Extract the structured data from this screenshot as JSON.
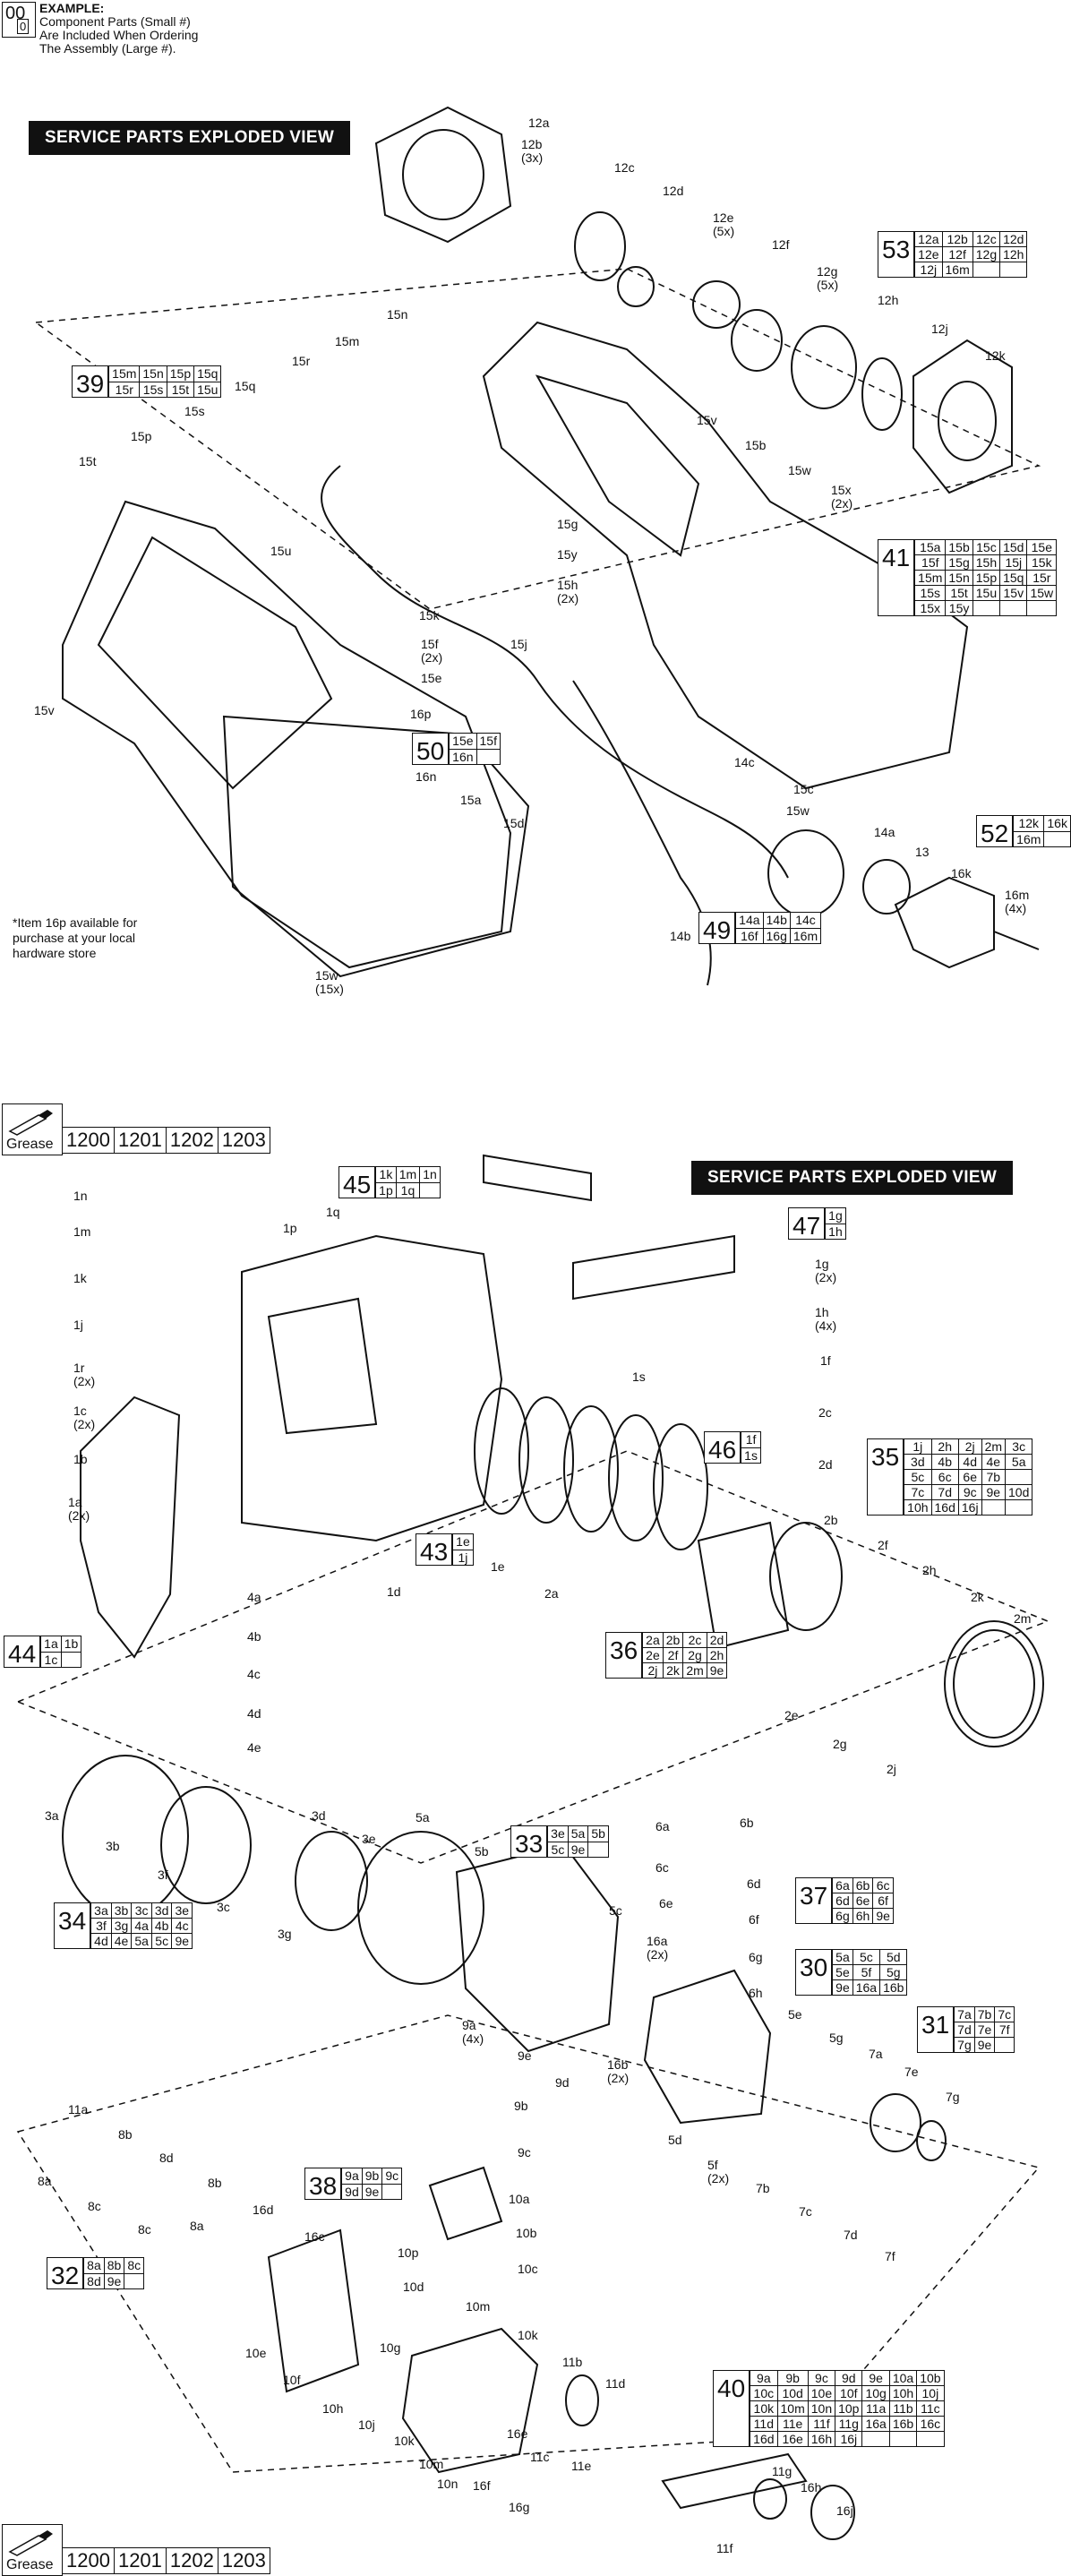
{
  "example": {
    "big_num": "00",
    "small_num": "0",
    "title": "EXAMPLE:",
    "line1": "Component Parts (Small #)",
    "line2": "Are Included When Ordering",
    "line3": "The Assembly (Large #)."
  },
  "top": {
    "banner": "SERVICE PARTS EXPLODED VIEW",
    "note": "*Item 16p available for\npurchase at your local\nhardware store"
  },
  "bottom": {
    "banner": "SERVICE PARTS EXPLODED VIEW",
    "grease_word": "Grease",
    "grease_codes": [
      "1200",
      "1201",
      "1202",
      "1203"
    ]
  },
  "kits": {
    "k53": {
      "num": "53",
      "rows": [
        [
          "12a",
          "12b",
          "12c",
          "12d"
        ],
        [
          "12e",
          "12f",
          "12g",
          "12h"
        ],
        [
          "12j",
          "16m",
          "",
          ""
        ]
      ]
    },
    "k39": {
      "num": "39",
      "rows": [
        [
          "15m",
          "15n",
          "15p",
          "15q"
        ],
        [
          "15r",
          "15s",
          "15t",
          "15u"
        ]
      ]
    },
    "k41": {
      "num": "41",
      "rows": [
        [
          "15a",
          "15b",
          "15c",
          "15d",
          "15e"
        ],
        [
          "15f",
          "15g",
          "15h",
          "15j",
          "15k"
        ],
        [
          "15m",
          "15n",
          "15p",
          "15q",
          "15r"
        ],
        [
          "15s",
          "15t",
          "15u",
          "15v",
          "15w"
        ],
        [
          "15x",
          "15y",
          "",
          "",
          ""
        ]
      ]
    },
    "k50": {
      "num": "50",
      "rows": [
        [
          "15e",
          "15f"
        ],
        [
          "16n",
          ""
        ]
      ]
    },
    "k52": {
      "num": "52",
      "rows": [
        [
          "12k",
          "16k"
        ],
        [
          "16m",
          ""
        ]
      ]
    },
    "k49": {
      "num": "49",
      "rows": [
        [
          "14a",
          "14b",
          "14c"
        ],
        [
          "16f",
          "16g",
          "16m"
        ]
      ]
    },
    "k45": {
      "num": "45",
      "rows": [
        [
          "1k",
          "1m",
          "1n"
        ],
        [
          "1p",
          "1q",
          ""
        ]
      ]
    },
    "k47": {
      "num": "47",
      "rows": [
        [
          "1g"
        ],
        [
          "1h"
        ]
      ]
    },
    "k46": {
      "num": "46",
      "rows": [
        [
          "1f"
        ],
        [
          "1s"
        ]
      ]
    },
    "k35": {
      "num": "35",
      "rows": [
        [
          "1j",
          "2h",
          "2j",
          "2m",
          "3c"
        ],
        [
          "3d",
          "4b",
          "4d",
          "4e",
          "5a"
        ],
        [
          "5c",
          "6c",
          "6e",
          "7b",
          ""
        ],
        [
          "7c",
          "7d",
          "9c",
          "9e",
          "10d"
        ],
        [
          "10h",
          "16d",
          "16j",
          "",
          ""
        ]
      ]
    },
    "k43": {
      "num": "43",
      "rows": [
        [
          "1e"
        ],
        [
          "1j"
        ]
      ]
    },
    "k44": {
      "num": "44",
      "rows": [
        [
          "1a",
          "1b"
        ],
        [
          "1c",
          ""
        ]
      ]
    },
    "k36": {
      "num": "36",
      "rows": [
        [
          "2a",
          "2b",
          "2c",
          "2d"
        ],
        [
          "2e",
          "2f",
          "2g",
          "2h"
        ],
        [
          "2j",
          "2k",
          "2m",
          "9e"
        ]
      ]
    },
    "k33": {
      "num": "33",
      "rows": [
        [
          "3e",
          "5a",
          "5b"
        ],
        [
          "5c",
          "9e",
          ""
        ]
      ]
    },
    "k34": {
      "num": "34",
      "rows": [
        [
          "3a",
          "3b",
          "3c",
          "3d",
          "3e"
        ],
        [
          "3f",
          "3g",
          "4a",
          "4b",
          "4c"
        ],
        [
          "4d",
          "4e",
          "5a",
          "5c",
          "9e"
        ]
      ]
    },
    "k37": {
      "num": "37",
      "rows": [
        [
          "6a",
          "6b",
          "6c"
        ],
        [
          "6d",
          "6e",
          "6f"
        ],
        [
          "6g",
          "6h",
          "9e"
        ]
      ]
    },
    "k30": {
      "num": "30",
      "rows": [
        [
          "5a",
          "5c",
          "5d"
        ],
        [
          "5e",
          "5f",
          "5g"
        ],
        [
          "9e",
          "16a",
          "16b"
        ]
      ]
    },
    "k31": {
      "num": "31",
      "rows": [
        [
          "7a",
          "7b",
          "7c"
        ],
        [
          "7d",
          "7e",
          "7f"
        ],
        [
          "7g",
          "9e",
          ""
        ]
      ]
    },
    "k38": {
      "num": "38",
      "rows": [
        [
          "9a",
          "9b",
          "9c"
        ],
        [
          "9d",
          "9e",
          ""
        ]
      ]
    },
    "k32": {
      "num": "32",
      "rows": [
        [
          "8a",
          "8b",
          "8c"
        ],
        [
          "8d",
          "9e",
          ""
        ]
      ]
    },
    "k40": {
      "num": "40",
      "rows": [
        [
          "9a",
          "9b",
          "9c",
          "9d",
          "9e",
          "10a",
          "10b"
        ],
        [
          "10c",
          "10d",
          "10e",
          "10f",
          "10g",
          "10h",
          "10j"
        ],
        [
          "10k",
          "10m",
          "10n",
          "10p",
          "11a",
          "11b",
          "11c"
        ],
        [
          "11d",
          "11e",
          "11f",
          "11g",
          "16a",
          "16b",
          "16c"
        ],
        [
          "16d",
          "16e",
          "16h",
          "16j",
          "",
          "",
          ""
        ]
      ]
    }
  },
  "labels_top": [
    "12a",
    "12b\n(3x)",
    "12c",
    "12d",
    "12e\n(5x)",
    "12f",
    "12g\n(5x)",
    "12h",
    "12j",
    "12k",
    "15n",
    "15m",
    "15r",
    "15q",
    "15s",
    "15t",
    "15p",
    "15u",
    "15v",
    "15v",
    "15b",
    "15w",
    "15x\n(2x)",
    "15g",
    "15y",
    "15h\n(2x)",
    "15k",
    "15j",
    "15f\n(2x)",
    "15e",
    "16p",
    "16n",
    "15a",
    "14c",
    "15c",
    "15w",
    "15d",
    "14a",
    "13",
    "16k",
    "16m\n(4x)",
    "14b",
    "15w\n(15x)"
  ],
  "labels_bottom": [
    "1n",
    "1m",
    "1p",
    "1q",
    "1k",
    "1j",
    "1r\n(2x)",
    "1c\n(2x)",
    "1b",
    "1a\n(2x)",
    "1d",
    "1e",
    "2a",
    "1g\n(2x)",
    "1h\n(4x)",
    "1f",
    "1s",
    "2c",
    "2d",
    "2b",
    "2f",
    "2h",
    "2k",
    "2m",
    "2e",
    "2g",
    "2j",
    "4a",
    "4b",
    "4c",
    "4d",
    "4e",
    "3a",
    "3b",
    "3f",
    "3c",
    "3g",
    "3d",
    "3e",
    "5a",
    "5b",
    "6a",
    "6b",
    "6c",
    "6d",
    "6e",
    "6f",
    "16a\n(2x)",
    "6g",
    "6h",
    "5c",
    "5e",
    "5g",
    "7a",
    "7e",
    "7g",
    "16b\n(2x)",
    "5d",
    "5f\n(2x)",
    "7b",
    "7c",
    "7d",
    "7f",
    "9a\n(4x)",
    "9e",
    "9d",
    "9b",
    "9c",
    "11a",
    "8b",
    "8d",
    "8a",
    "8c",
    "8b",
    "8c",
    "8a",
    "16d",
    "16c",
    "10a",
    "10b",
    "10p",
    "10d",
    "10c",
    "10m",
    "10k",
    "10e",
    "10g",
    "10f",
    "10h",
    "10j",
    "10k",
    "10m",
    "10n",
    "16f",
    "16e",
    "11b",
    "11d",
    "11c",
    "11e",
    "16g",
    "11g",
    "16h",
    "16j",
    "11f"
  ]
}
